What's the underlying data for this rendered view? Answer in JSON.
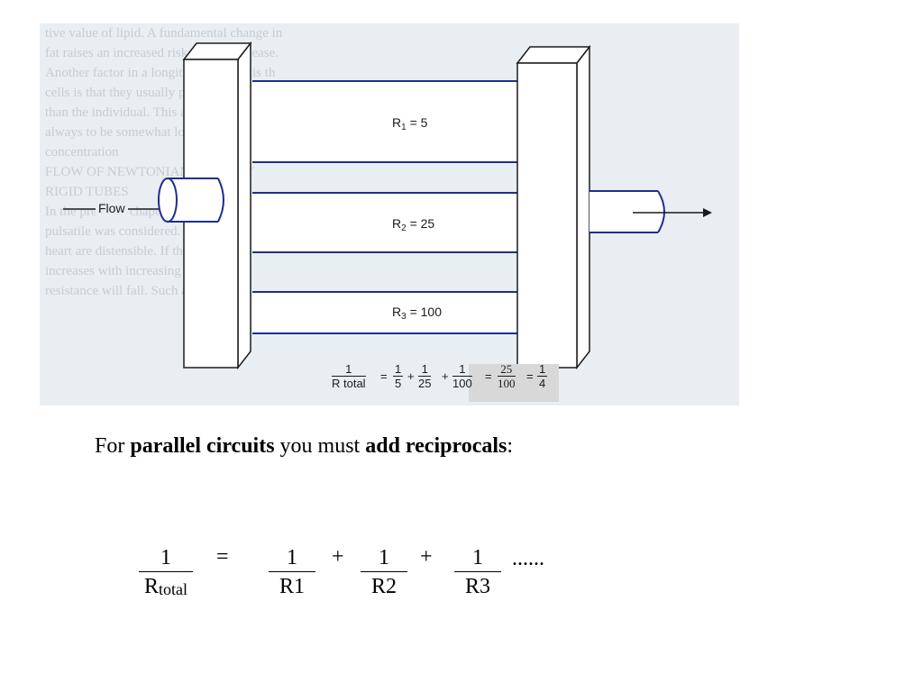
{
  "figure": {
    "flow_label": "Flow",
    "resistors": [
      {
        "symbol": "R",
        "sub": "1",
        "rest": " = 5"
      },
      {
        "symbol": "R",
        "sub": "2",
        "rest": " = 25"
      },
      {
        "symbol": "R",
        "sub": "3",
        "rest": " = 100"
      }
    ],
    "equation": {
      "lhs_num": "1",
      "lhs_den": "R total",
      "eq1": "=",
      "t1_num": "1",
      "t1_den": "5",
      "plus1": "+",
      "t2_num": "1",
      "t2_den": "25",
      "plus2": "+",
      "t3_num": "1",
      "t3_den": "100",
      "eq2": "=",
      "r1_num": "25",
      "r1_den": "100",
      "eq3": "=",
      "r2_num": "1",
      "r2_den": "4"
    },
    "scan_text": [
      "tive value of lipid. A fundamental change in",
      "fat raises an increased risk of heart disease.",
      "Another factor in a longitudinal study is th",
      "cells is that they usually pass through",
      "than the individual. This adds the mu",
      "always to be somewhat lower than th",
      "concentration",
      "",
      "",
      "",
      "FLOW OF NEWTONIAN FLUID BY",
      "RIGID TUBES",
      "",
      "In the previous chapter blood flow",
      "pulsatile was considered. Blood ve",
      "heart are distensible. If the diame",
      "increases with increasing pressure",
      "resistance will fall. Such an effect"
    ]
  },
  "caption": {
    "part1": "For ",
    "part2": "parallel circuits",
    "part3": " you must ",
    "part4": "add reciprocals",
    "part5": ":"
  },
  "formula": {
    "lhs_num": "1",
    "lhs_den_main": "R",
    "lhs_den_sub": "total",
    "equals": "=",
    "t1_num": "1",
    "t1_den": "R1",
    "plus1": "+",
    "t2_num": "1",
    "t2_den": "R2",
    "plus2": "+",
    "t3_num": "1",
    "t3_den": "R3",
    "ellipsis": "......"
  }
}
